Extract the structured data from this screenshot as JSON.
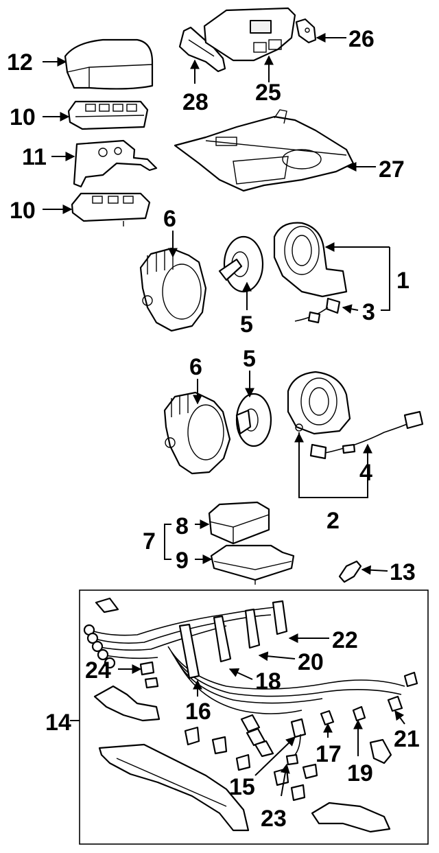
{
  "diagram": {
    "callouts": [
      {
        "id": "c1",
        "text": "1"
      },
      {
        "id": "c2",
        "text": "2"
      },
      {
        "id": "c3",
        "text": "3"
      },
      {
        "id": "c4",
        "text": "4"
      },
      {
        "id": "c5a",
        "text": "5"
      },
      {
        "id": "c5b",
        "text": "5"
      },
      {
        "id": "c6a",
        "text": "6"
      },
      {
        "id": "c6b",
        "text": "6"
      },
      {
        "id": "c7",
        "text": "7"
      },
      {
        "id": "c8",
        "text": "8"
      },
      {
        "id": "c9",
        "text": "9"
      },
      {
        "id": "c10a",
        "text": "10"
      },
      {
        "id": "c10b",
        "text": "10"
      },
      {
        "id": "c11",
        "text": "11"
      },
      {
        "id": "c12",
        "text": "12"
      },
      {
        "id": "c13",
        "text": "13"
      },
      {
        "id": "c14",
        "text": "14"
      },
      {
        "id": "c15",
        "text": "15"
      },
      {
        "id": "c16",
        "text": "16"
      },
      {
        "id": "c17",
        "text": "17"
      },
      {
        "id": "c18",
        "text": "18"
      },
      {
        "id": "c19",
        "text": "19"
      },
      {
        "id": "c20",
        "text": "20"
      },
      {
        "id": "c21",
        "text": "21"
      },
      {
        "id": "c22",
        "text": "22"
      },
      {
        "id": "c23",
        "text": "23"
      },
      {
        "id": "c24",
        "text": "24"
      },
      {
        "id": "c25",
        "text": "25"
      },
      {
        "id": "c26",
        "text": "26"
      },
      {
        "id": "c27",
        "text": "27"
      },
      {
        "id": "c28",
        "text": "28"
      }
    ]
  }
}
